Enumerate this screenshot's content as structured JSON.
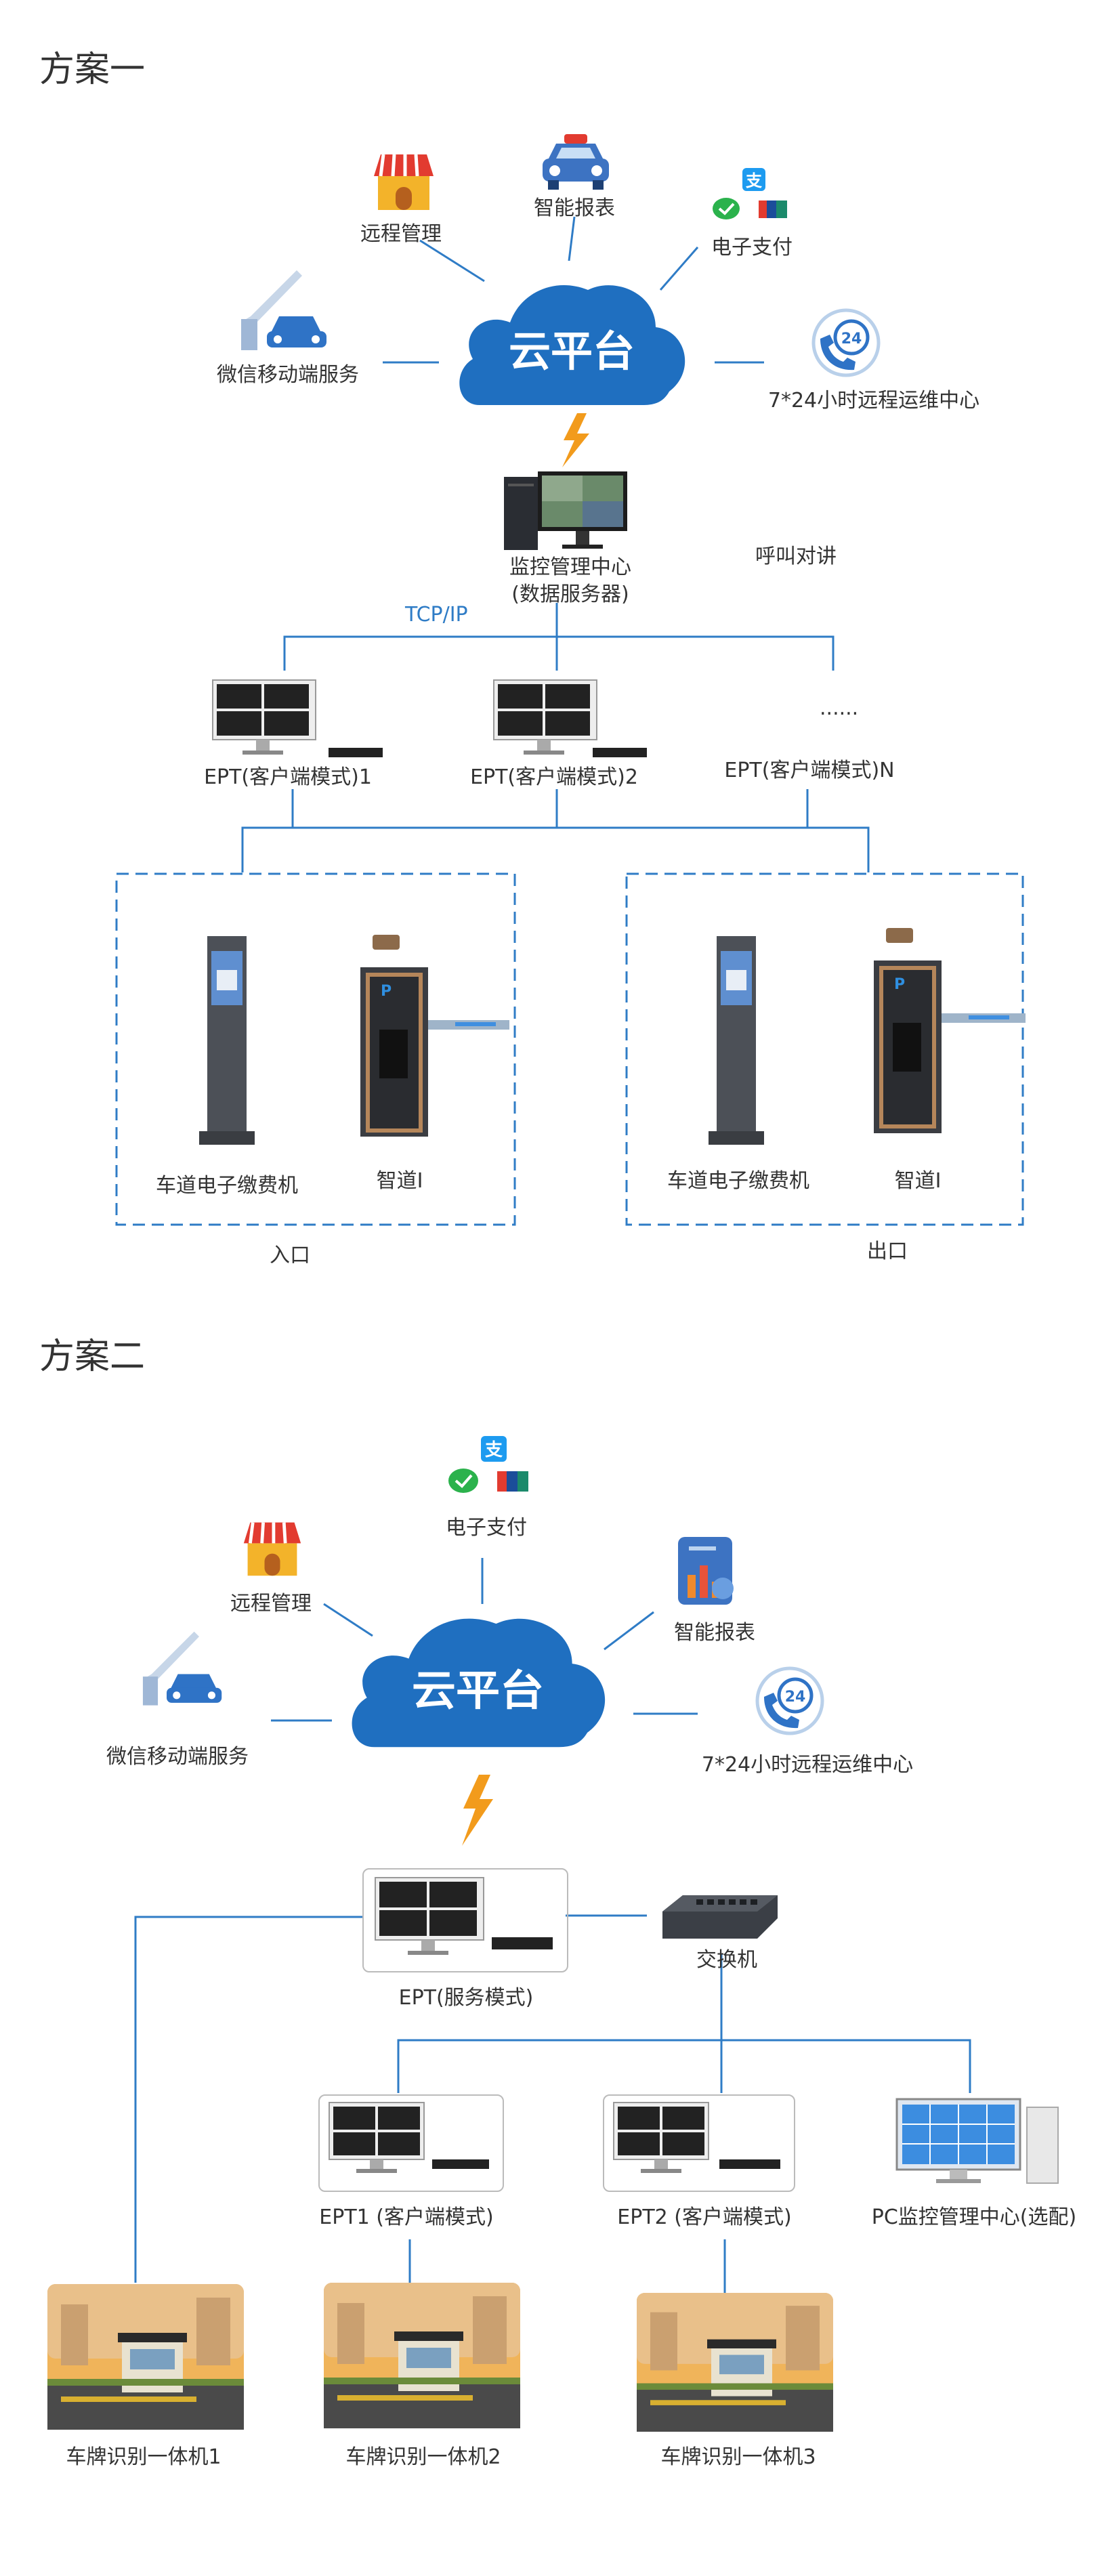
{
  "scheme1": {
    "title": "方案一",
    "cloud": "云平台",
    "remote_mgmt": "远程管理",
    "smart_report": "智能报表",
    "e_pay": "电子支付",
    "wechat_service": "微信移动端服务",
    "remote_ops": "7*24小时远程运维中心",
    "monitor_center_line1": "监控管理中心",
    "monitor_center_line2": "(数据服务器)",
    "intercom": "呼叫对讲",
    "protocol": "TCP/IP",
    "ept1": "EPT(客户端模式)1",
    "ept2": "EPT(客户端模式)2",
    "eptn": "EPT(客户端模式)N",
    "ellipsis": "......",
    "entry_kiosk": "车道电子缴费机",
    "entry_gate": "智道Ⅰ",
    "entry_label": "入口",
    "exit_kiosk": "车道电子缴费机",
    "exit_gate": "智道Ⅰ",
    "exit_label": "出口"
  },
  "scheme2": {
    "title": "方案二",
    "cloud": "云平台",
    "e_pay": "电子支付",
    "remote_mgmt": "远程管理",
    "smart_report": "智能报表",
    "wechat_service": "微信移动端服务",
    "remote_ops": "7*24小时远程运维中心",
    "ept_service": "EPT(服务模式)",
    "switch": "交换机",
    "ept1": "EPT1 (客户端模式)",
    "ept2": "EPT2 (客户端模式)",
    "pc_center": "PC监控管理中心(选配)",
    "lpr1": "车牌识别一体机1",
    "lpr2": "车牌识别一体机2",
    "lpr3": "车牌识别一体机3"
  },
  "colors": {
    "cloud": "#1f6fc0",
    "line": "#2f7cc6",
    "dash": "#2f7cc6",
    "bolt": "#f29b1c",
    "text": "#333333"
  },
  "icons": {
    "shop": "shop-icon",
    "car": "car-icon",
    "pay": "payment-icons",
    "barrier": "barrier-car-icon",
    "phone24": "phone-24-icon",
    "report": "report-chart-icon"
  }
}
